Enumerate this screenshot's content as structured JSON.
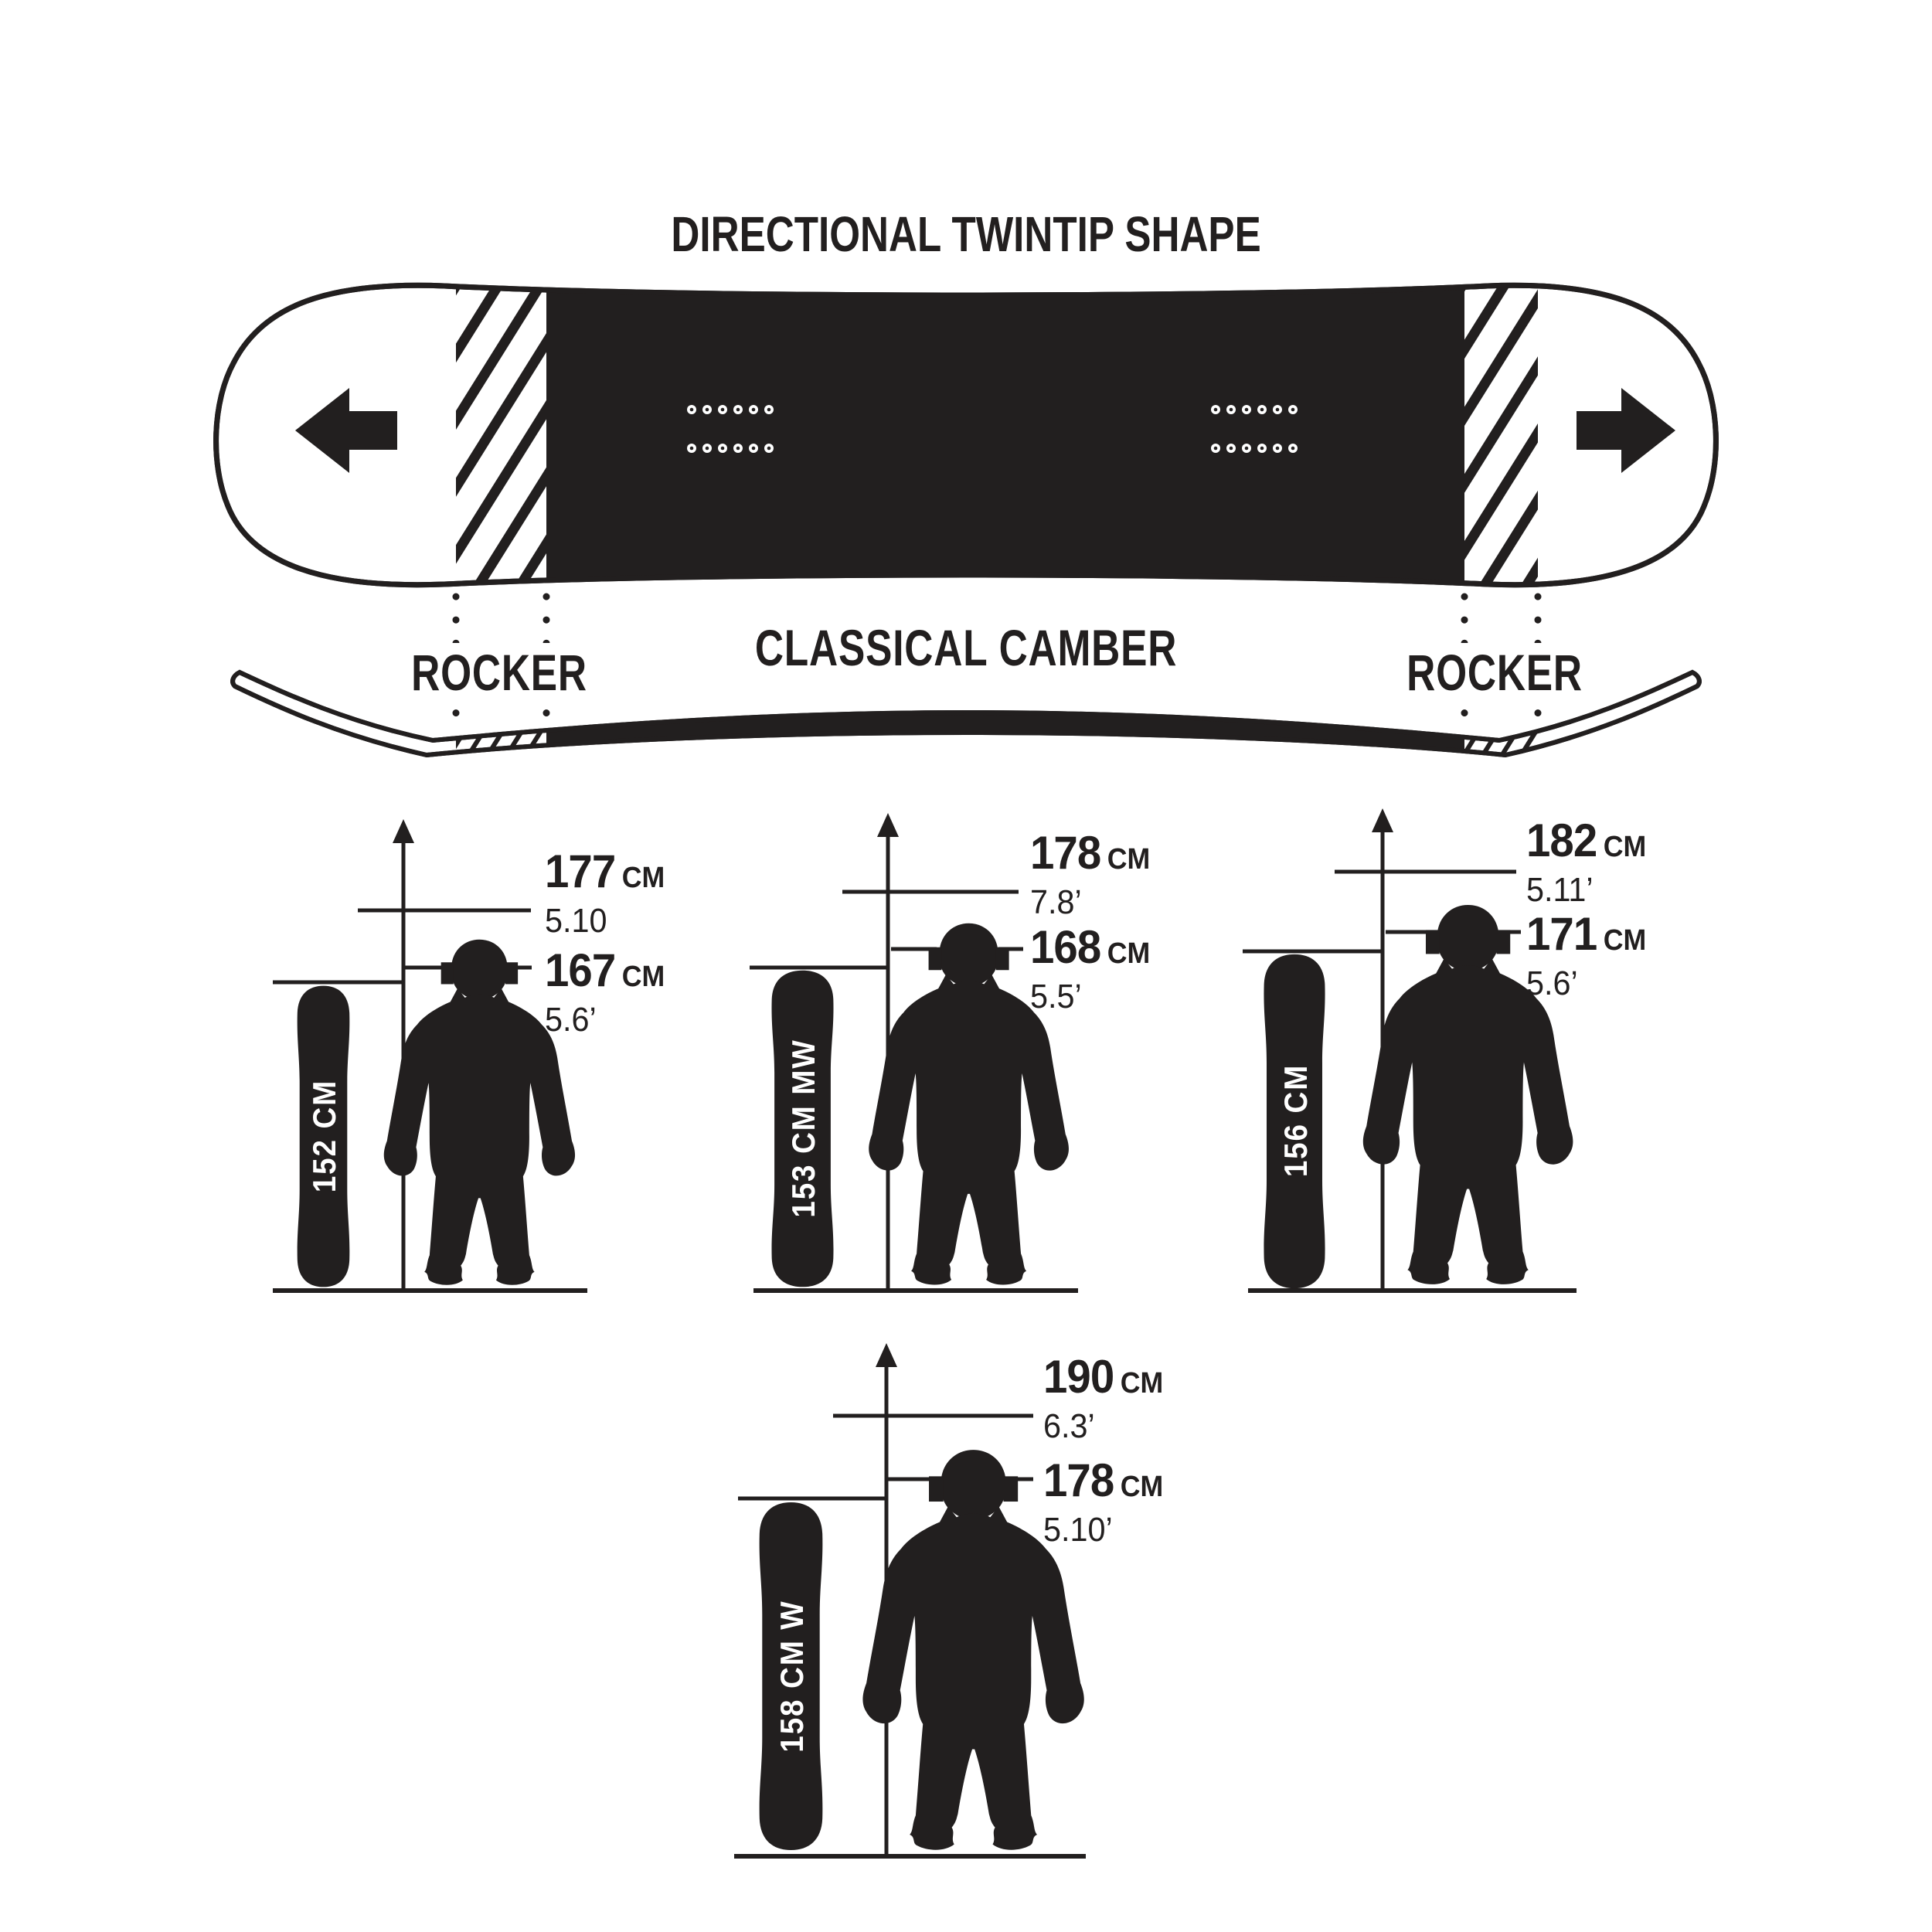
{
  "title": "DIRECTIONAL TWINTIP SHAPE",
  "colors": {
    "ink": "#221F1F",
    "background": "#FFFFFF"
  },
  "top_view": {
    "left_arrow_icon": "arrow-left",
    "right_arrow_icon": "arrow-right",
    "insert_dots": {
      "rows_per_group": 2,
      "dots_per_row": 6,
      "groups": 2
    }
  },
  "side_profile": {
    "rocker_left": "ROCKER",
    "camber": "CLASSICAL CAMBER",
    "rocker_right": "ROCKER"
  },
  "size_chart": {
    "groups": [
      {
        "board_label": "152 CM",
        "upper_cm": "177",
        "upper_unit": "CM",
        "upper_ft": "5.10",
        "head_cm": "167",
        "head_unit": "CM",
        "head_ft": "5.6’"
      },
      {
        "board_label": "153 CM MW",
        "upper_cm": "178",
        "upper_unit": "CM",
        "upper_ft": "7.8’",
        "head_cm": "168",
        "head_unit": "CM",
        "head_ft": "5.5’"
      },
      {
        "board_label": "156 CM",
        "upper_cm": "182",
        "upper_unit": "CM",
        "upper_ft": "5.11’",
        "head_cm": "171",
        "head_unit": "CM",
        "head_ft": "5.6’"
      },
      {
        "board_label": "158 CM W",
        "upper_cm": "190",
        "upper_unit": "CM",
        "upper_ft": "6.3’",
        "head_cm": "178",
        "head_unit": "CM",
        "head_ft": "5.10’"
      }
    ]
  }
}
